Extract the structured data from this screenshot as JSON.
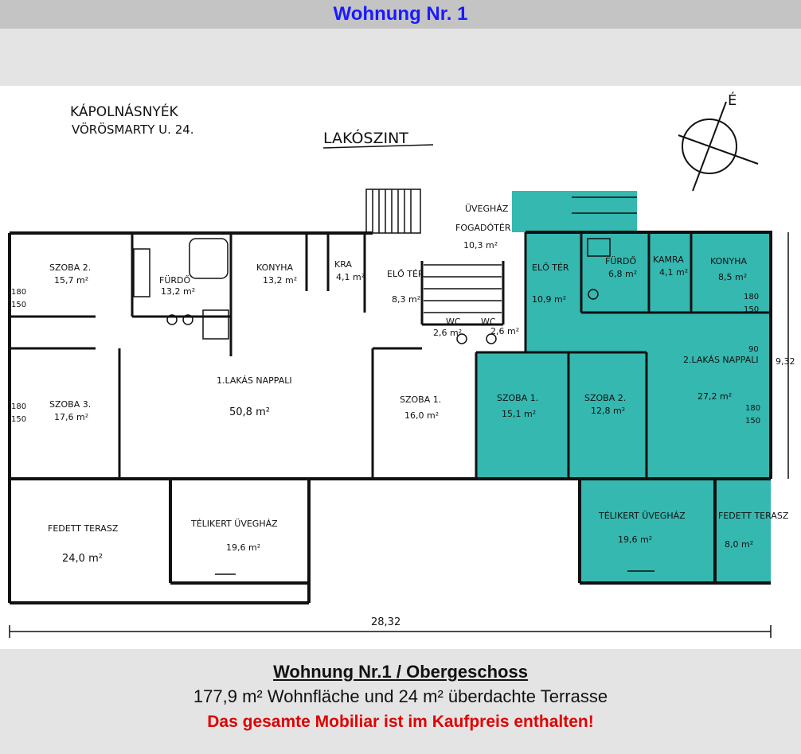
{
  "header": {
    "title": "Wohnung Nr. 1"
  },
  "plan": {
    "address_line1": "KÁPOLNÁSNYÉK",
    "address_line2": "VÖRÖSMARTY U. 24.",
    "floor_label": "LAKÓSZINT",
    "compass_letter": "É",
    "highlight_color": "#34b8b0",
    "rooms": {
      "szoba2_left": "SZOBA 2.",
      "szoba2_left_area": "15,7 m²",
      "furdo_left": "FÜRDŐ",
      "furdo_left_area": "13,2 m²",
      "konyha_left": "KONYHA",
      "konyha_left_area": "13,2 m²",
      "kra": "KRA",
      "kra_area": "4,1 m²",
      "eloter_mid": "ELŐ TÉR",
      "eloter_mid_area": "8,3 m²",
      "uveghaz_top": "ÜVEGHÁZ",
      "fogado": "FOGADÓTÉR",
      "fogado_area": "10,3 m²",
      "wc1": "WC",
      "wc1_area": "2,6 m²",
      "wc2": "WC",
      "wc2_area": "2,6 m²",
      "szoba3": "SZOBA 3.",
      "szoba3_area": "17,6 m²",
      "nappali1": "1.LAKÁS NAPPALI",
      "nappali1_area": "50,8 m²",
      "szoba1_mid": "SZOBA 1.",
      "szoba1_mid_area": "16,0 m²",
      "eloter_right": "ELŐ TÉR",
      "eloter_right_area": "10,9 m²",
      "furdo_right": "FÜRDŐ",
      "furdo_right_area": "6,8 m²",
      "kamra": "KAMRA",
      "kamra_area": "4,1 m²",
      "konyha_right": "KONYHA",
      "konyha_right_area": "8,5 m²",
      "nappali2": "2.LAKÁS NAPPALI",
      "nappali2_area": "27,2 m²",
      "szoba1_right": "SZOBA 1.",
      "szoba1_right_area": "15,1 m²",
      "szoba2_right": "SZOBA 2.",
      "szoba2_right_area": "12,8 m²",
      "fedett_left": "FEDETT TERASZ",
      "fedett_left_area": "24,0 m²",
      "telikert_left": "TÉLIKERT ÜVEGHÁZ",
      "telikert_left_area": "19,6 m²",
      "telikert_right": "TÉLIKERT ÜVEGHÁZ",
      "telikert_right_area": "19,6 m²",
      "fedett_right": "FEDETT TERASZ",
      "fedett_right_area": "8,0 m²"
    },
    "dimensions": {
      "total_width": "28,32",
      "depth": "9,32",
      "window_180": "180",
      "window_150": "150",
      "window_90": "90"
    }
  },
  "caption": {
    "heading": "Wohnung Nr.1 / Obergeschoss",
    "areas": "177,9 m² Wohnfläche und 24 m² überdachte Terrasse",
    "note": "Das gesamte Mobiliar ist im Kaufpreis enthalten!"
  }
}
